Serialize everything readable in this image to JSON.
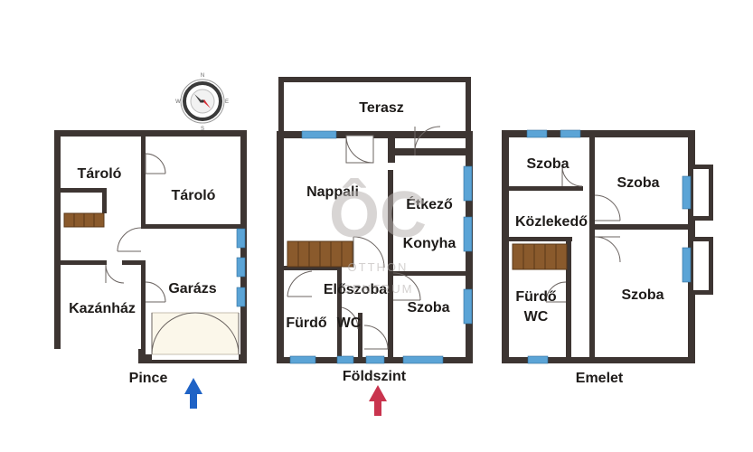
{
  "floors": {
    "pince": {
      "label": "Pince",
      "rooms": {
        "taroló_left": "Tároló",
        "taroló_right": "Tároló",
        "kazanhaz": "Kazánház",
        "garazs": "Garázs"
      }
    },
    "foldszint": {
      "label": "Földszint",
      "rooms": {
        "terasz": "Terasz",
        "nappali": "Nappali",
        "etkezo": "Étkező",
        "konyha": "Konyha",
        "eloszoba": "Előszoba",
        "szoba": "Szoba",
        "furdo": "Fürdő",
        "wc": "WC"
      }
    },
    "emelet": {
      "label": "Emelet",
      "rooms": {
        "szoba_small": "Szoba",
        "szoba_top_right": "Szoba",
        "kozlekedo": "Közlekedő",
        "furdo": "Fürdő",
        "wc": "WC",
        "szoba_bottom_right": "Szoba"
      }
    }
  },
  "watermark": {
    "logo": "ÔC",
    "line1": "OTTHON",
    "line2": "CENTRUM"
  },
  "compass": {
    "icon": "compass-icon",
    "letters": [
      "N",
      "E",
      "S",
      "W"
    ]
  },
  "arrows": {
    "pince_color": "#1f63c6",
    "foldszint_color": "#c9344e"
  },
  "colors": {
    "wall": "#3d3532",
    "window": "#5ba4d6",
    "stairs": "#8a5a2c"
  }
}
